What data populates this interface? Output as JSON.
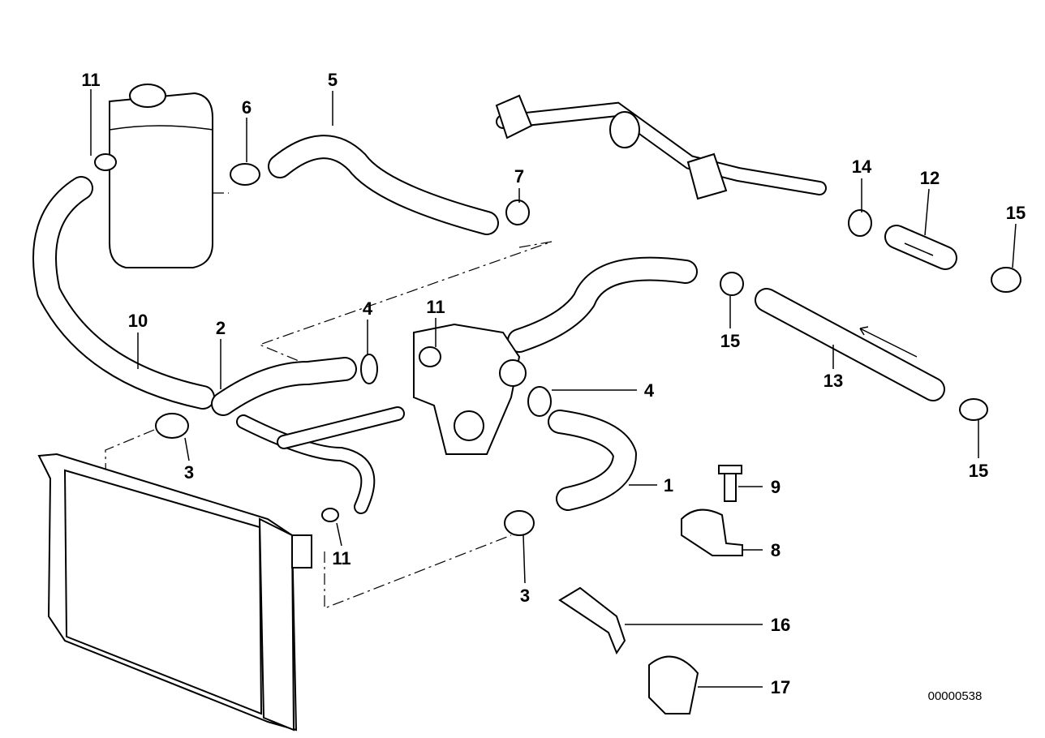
{
  "diagram": {
    "callouts": [
      {
        "text": "11"
      },
      {
        "text": "5"
      },
      {
        "text": "6"
      },
      {
        "text": "7"
      },
      {
        "text": "14"
      },
      {
        "text": "12"
      },
      {
        "text": "15"
      },
      {
        "text": "15"
      },
      {
        "text": "11"
      },
      {
        "text": "4"
      },
      {
        "text": "10"
      },
      {
        "text": "2"
      },
      {
        "text": "4"
      },
      {
        "text": "13"
      },
      {
        "text": "15"
      },
      {
        "text": "3"
      },
      {
        "text": "1"
      },
      {
        "text": "9"
      },
      {
        "text": "8"
      },
      {
        "text": "11"
      },
      {
        "text": "3"
      },
      {
        "text": "16"
      },
      {
        "text": "17"
      }
    ],
    "drawing_number": "00000538"
  }
}
